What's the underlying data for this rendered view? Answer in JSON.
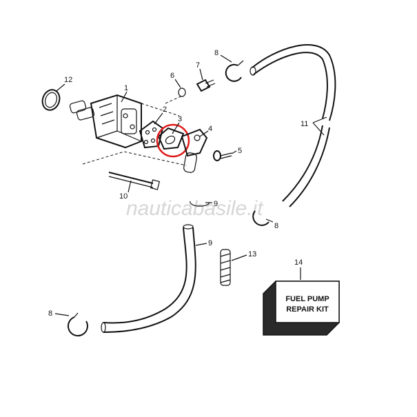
{
  "watermark": "nauticabasile.it",
  "callouts": [
    {
      "id": "c1",
      "label": "1"
    },
    {
      "id": "c2",
      "label": "2"
    },
    {
      "id": "c3",
      "label": "3"
    },
    {
      "id": "c4",
      "label": "4"
    },
    {
      "id": "c5",
      "label": "5"
    },
    {
      "id": "c6",
      "label": "6"
    },
    {
      "id": "c7",
      "label": "7"
    },
    {
      "id": "c8a",
      "label": "8"
    },
    {
      "id": "c8b",
      "label": "8"
    },
    {
      "id": "c8c",
      "label": "8"
    },
    {
      "id": "c9a",
      "label": "9"
    },
    {
      "id": "c9b",
      "label": "9"
    },
    {
      "id": "c10",
      "label": "10"
    },
    {
      "id": "c11",
      "label": "11"
    },
    {
      "id": "c12",
      "label": "12"
    },
    {
      "id": "c13",
      "label": "13"
    },
    {
      "id": "c14",
      "label": "14"
    }
  ],
  "kit_box": {
    "line1": "FUEL PUMP",
    "line2": "REPAIR KIT"
  },
  "highlight": {
    "color": "#e01a1a",
    "target": "3"
  }
}
